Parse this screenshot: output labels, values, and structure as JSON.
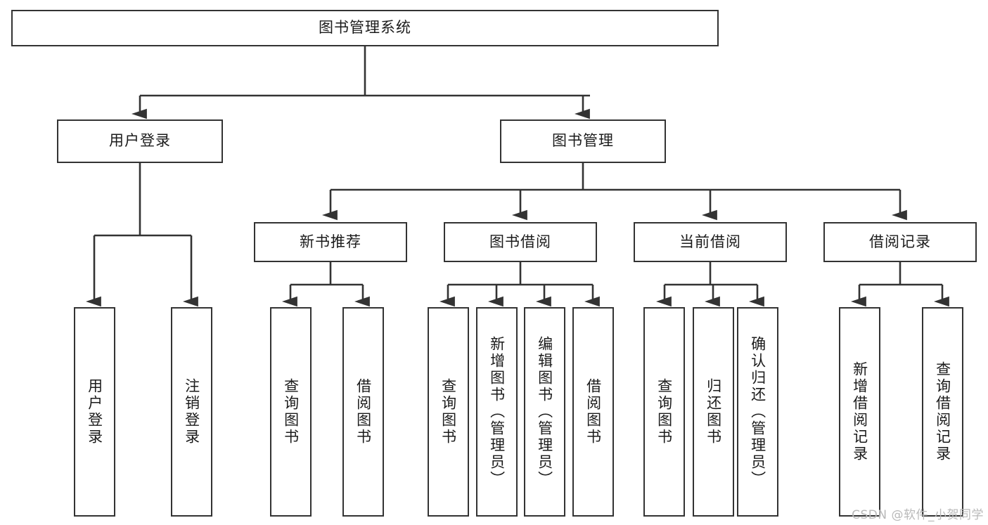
{
  "diagram": {
    "title": "图书管理系统",
    "type": "tree-hierarchy",
    "root": {
      "label": "图书管理系统"
    },
    "level2": [
      {
        "label": "用户登录"
      },
      {
        "label": "图书管理"
      }
    ],
    "level3": [
      {
        "label": "新书推荐"
      },
      {
        "label": "图书借阅"
      },
      {
        "label": "当前借阅"
      },
      {
        "label": "借阅记录"
      }
    ],
    "leaves": {
      "user_login": [
        {
          "label": "用户登录"
        },
        {
          "label": "注销登录"
        }
      ],
      "new_book_recommend": [
        {
          "label": "查询图书"
        },
        {
          "label": "借阅图书"
        }
      ],
      "book_borrow": [
        {
          "label": "查询图书"
        },
        {
          "label": "新增图书（管理员）"
        },
        {
          "label": "编辑图书（管理员）"
        },
        {
          "label": "借阅图书"
        }
      ],
      "current_borrow": [
        {
          "label": "查询图书"
        },
        {
          "label": "归还图书"
        },
        {
          "label": "确认归还（管理员）"
        }
      ],
      "borrow_record": [
        {
          "label": "新增借阅记录"
        },
        {
          "label": "查询借阅记录"
        }
      ]
    }
  },
  "watermark": {
    "text": "CSDN @软件_小贺同学"
  },
  "colors": {
    "stroke": "#333333",
    "background": "#ffffff",
    "text": "#1b1b1b",
    "watermark": "#b9b9b9"
  }
}
